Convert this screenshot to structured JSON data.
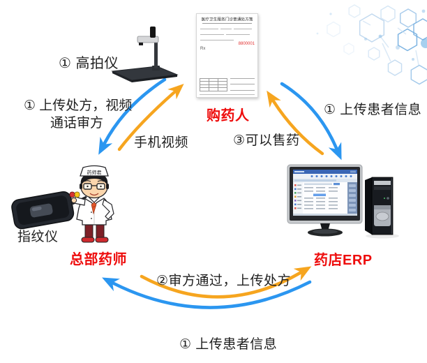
{
  "colors": {
    "arrow_blue": "#2b96f0",
    "arrow_orange": "#f6a51f",
    "label_red": "#ee0c0c",
    "label_black": "#1f1f1f"
  },
  "nodes": {
    "scanner": {
      "label": "① 高拍仪"
    },
    "buyer": {
      "label": "购药人"
    },
    "pharmacist": {
      "label": "总部药师",
      "cap_text": "药师君"
    },
    "fingerprint": {
      "label": "指纹仪"
    },
    "erp": {
      "label": "药店ERP"
    }
  },
  "edges": {
    "upload_rx_video_line1": "① 上传处方，视频",
    "upload_rx_video_line2": "通话审方",
    "phone_video": "手机视频",
    "upload_patient_right": "① 上传患者信息",
    "can_sell": "③可以售药",
    "review_pass": "②审方通过，上传处方",
    "upload_patient_bottom": "① 上传患者信息"
  },
  "prescription": {
    "title": "医疗卫生服务门诊普通处方笺",
    "serial": "8800001",
    "rx": "Rx"
  }
}
